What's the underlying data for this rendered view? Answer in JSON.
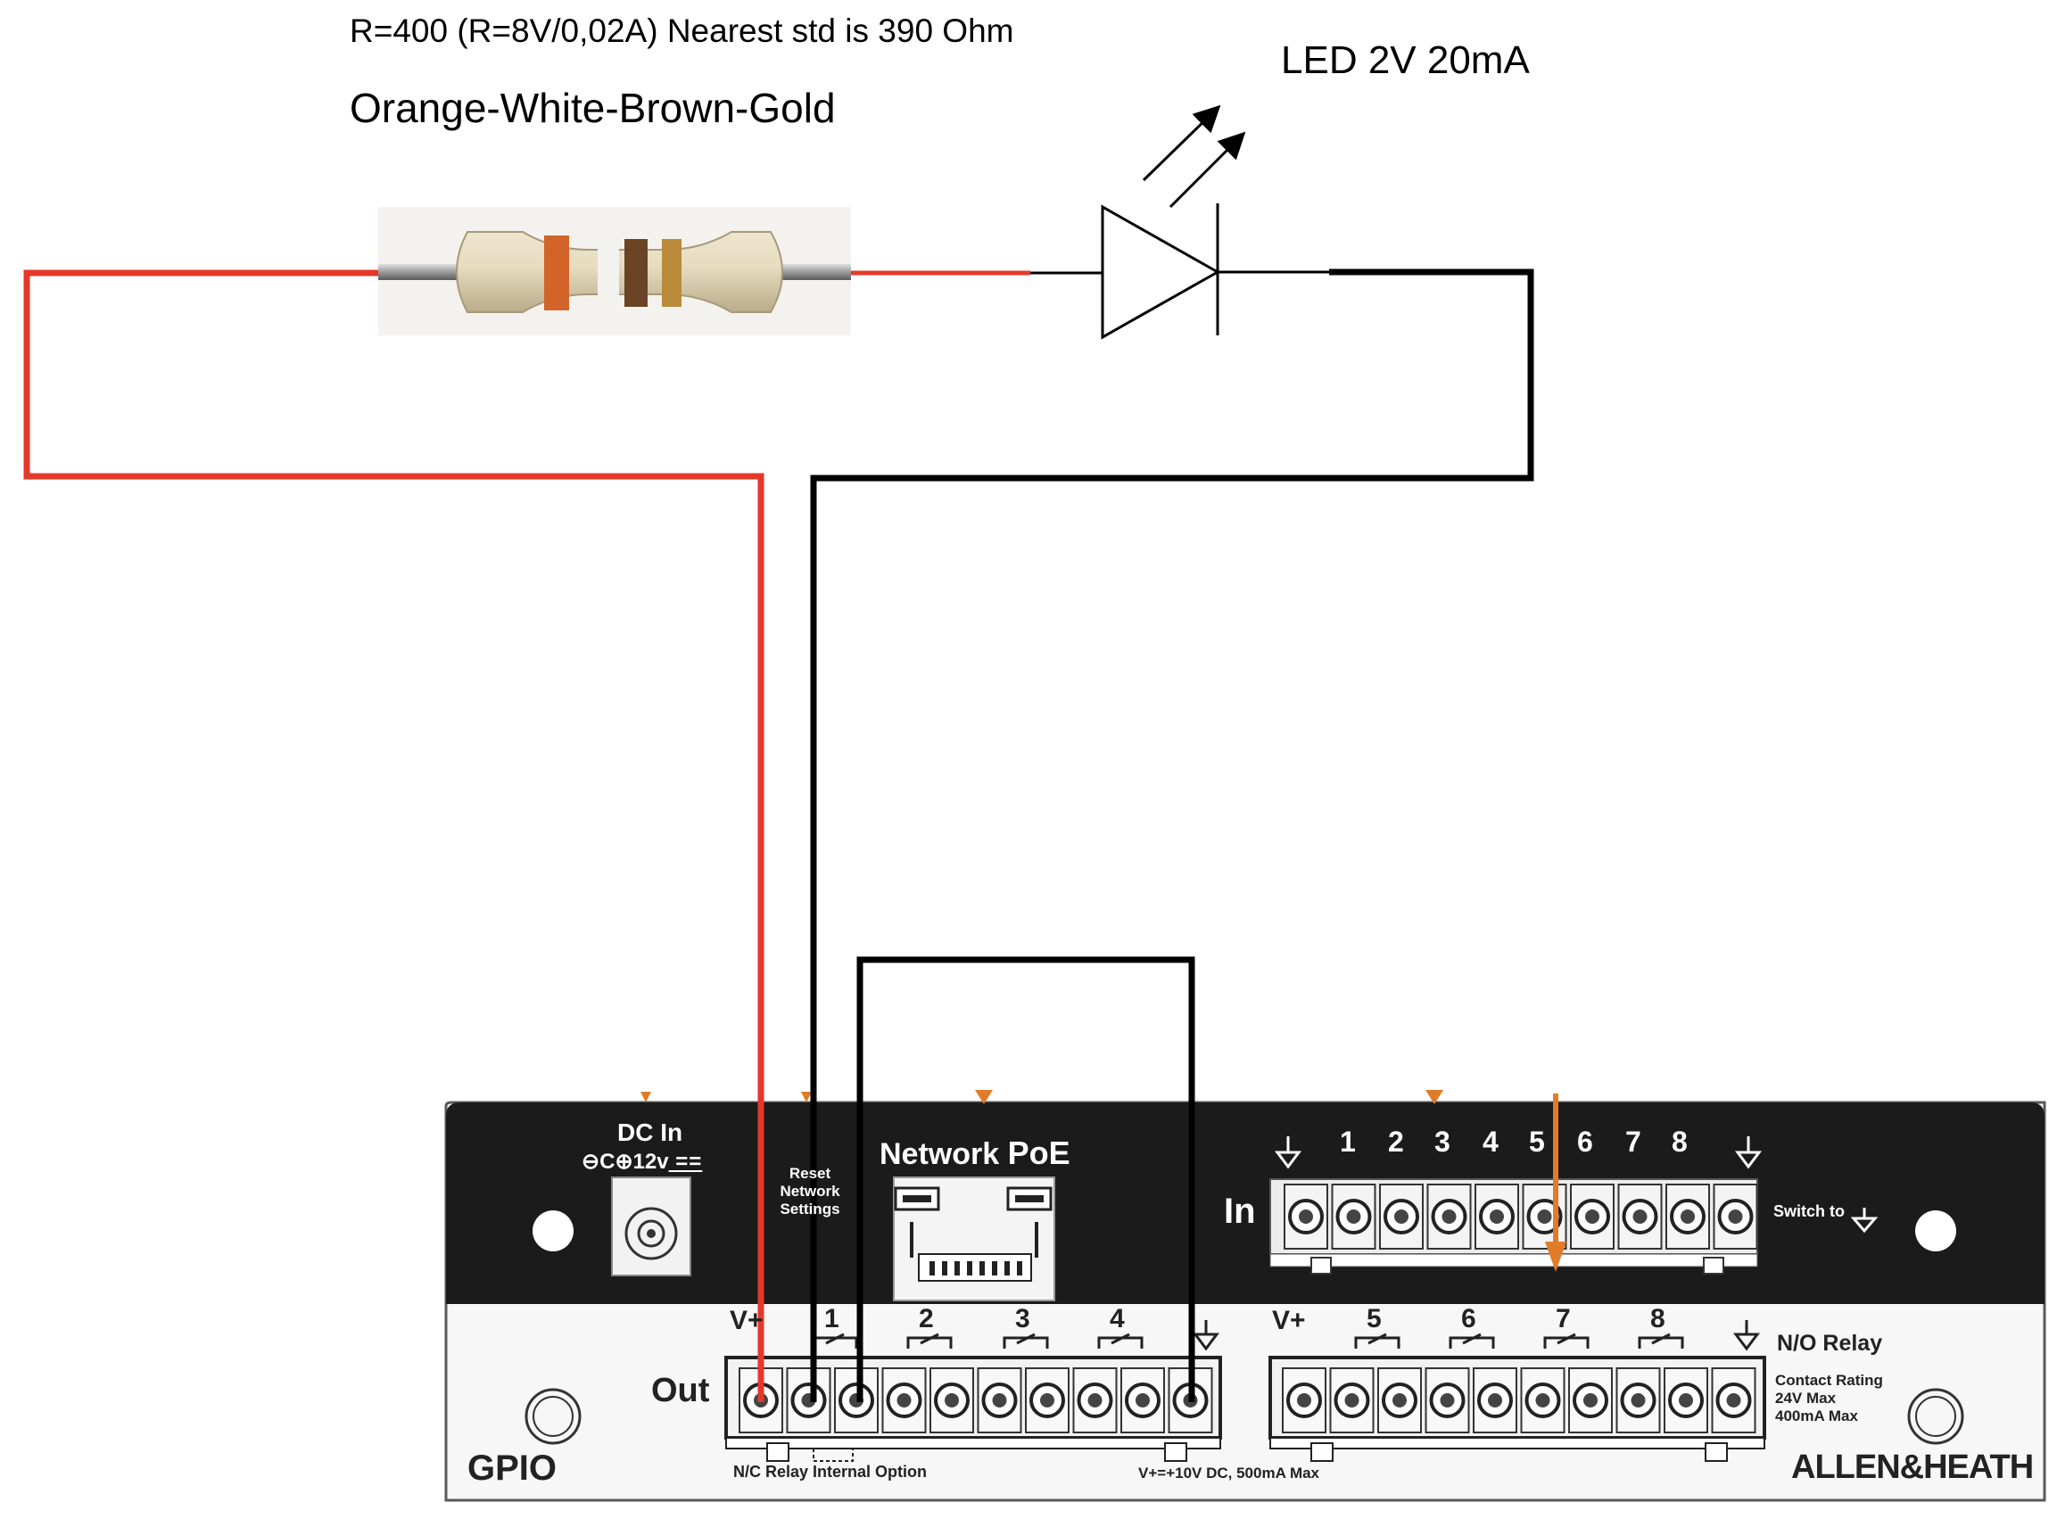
{
  "annotations": {
    "resistor_calc": "R=400 (R=8V/0,02A) Nearest std is 390 Ohm",
    "color_code": "Orange-White-Brown-Gold",
    "led_spec": "LED 2V 20mA"
  },
  "panel": {
    "dc_in": "DC In",
    "dc_rating": "⊖C⊕12v",
    "reset_line1": "Reset",
    "reset_line2": "Network",
    "reset_line3": "Settings",
    "network_poe_network": "Network",
    "network_poe_poe": "PoE",
    "in_label": "In",
    "in_numbers": [
      "1",
      "2",
      "3",
      "4",
      "5",
      "6",
      "7",
      "8"
    ],
    "switch_to": "Switch to",
    "out_label": "Out",
    "out_vplus": "V+",
    "out_numbers": [
      "1",
      "2",
      "3",
      "4"
    ],
    "relay_vplus": "V+",
    "relay_numbers": [
      "5",
      "6",
      "7",
      "8"
    ],
    "no_relay": "N/O Relay",
    "contact_rating": "Contact Rating",
    "rating_volts": "24V Max",
    "rating_amps": "400mA Max",
    "gpio": "GPIO",
    "brand": "ALLEN&HEATH",
    "nc_relay_note": "N/C Relay Internal Option",
    "vplus_note": "V+=+10V DC, 500mA Max"
  },
  "colors": {
    "wire_positive": "#e53828",
    "wire_negative": "#000000",
    "panel_dark": "#1b1b1b",
    "accent_orange": "#e07b2a",
    "band_orange": "#d2642a",
    "band_white": "#f2f2ef",
    "band_brown": "#6a4424",
    "band_gold": "#b88a3a"
  }
}
